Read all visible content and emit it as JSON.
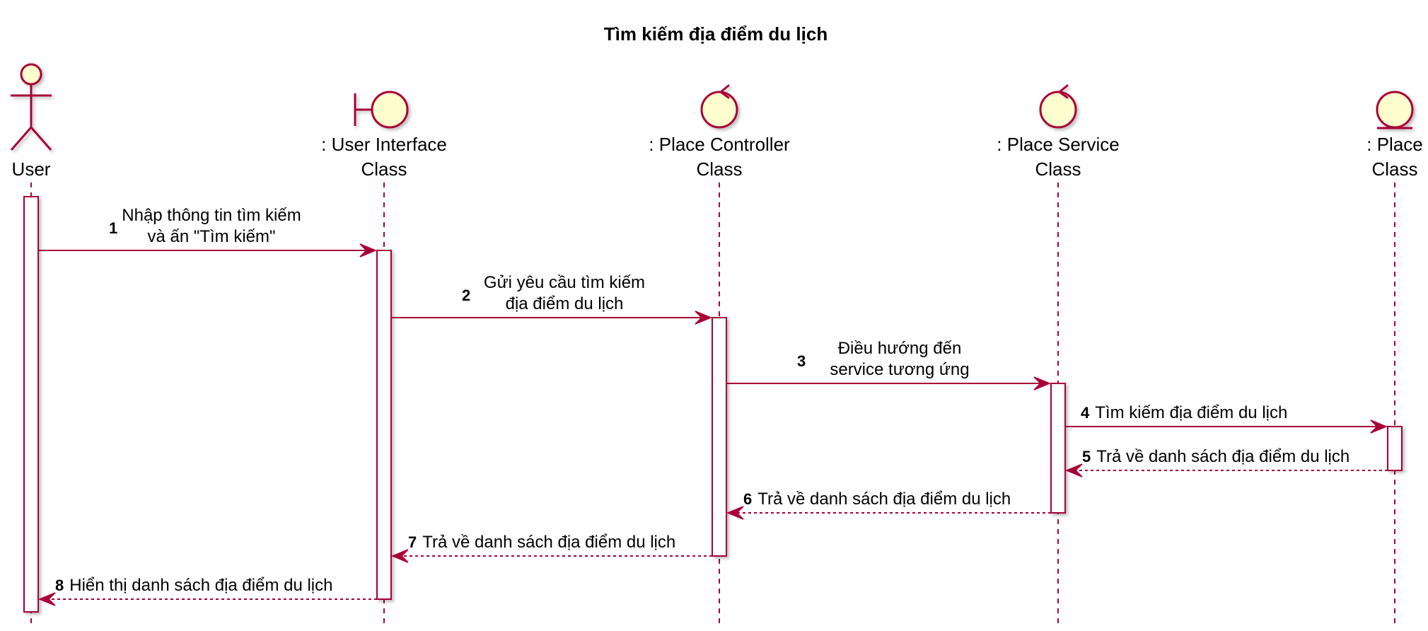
{
  "diagram": {
    "title": "Tìm kiếm địa điểm du lịch",
    "colors": {
      "line": "#A80036",
      "fill": "#FEFECE",
      "activation_fill": "#FFFFFF",
      "text": "#000000"
    },
    "participants": [
      {
        "id": "user",
        "kind": "actor",
        "icon": "actor-icon",
        "lines": [
          "User"
        ]
      },
      {
        "id": "ui",
        "kind": "boundary",
        "icon": "boundary-icon",
        "lines": [
          ": User Interface",
          "Class"
        ]
      },
      {
        "id": "controller",
        "kind": "control",
        "icon": "control-icon",
        "lines": [
          ": Place Controller",
          "Class"
        ]
      },
      {
        "id": "service",
        "kind": "control",
        "icon": "control-icon",
        "lines": [
          ": Place Service",
          "Class"
        ]
      },
      {
        "id": "place",
        "kind": "entity",
        "icon": "entity-icon",
        "lines": [
          ": Place",
          "Class"
        ]
      }
    ],
    "messages": [
      {
        "number": "1",
        "from": "user",
        "to": "ui",
        "dashed": false,
        "lines": [
          "Nhập thông tin tìm kiếm",
          "và ấn \"Tìm kiếm\""
        ]
      },
      {
        "number": "2",
        "from": "ui",
        "to": "controller",
        "dashed": false,
        "lines": [
          "Gửi yêu cầu tìm kiếm",
          "địa điểm du lịch"
        ]
      },
      {
        "number": "3",
        "from": "controller",
        "to": "service",
        "dashed": false,
        "lines": [
          "Điều hướng đến",
          "service tương ứng"
        ]
      },
      {
        "number": "4",
        "from": "service",
        "to": "place",
        "dashed": false,
        "lines": [
          "Tìm kiếm địa điểm du lịch"
        ]
      },
      {
        "number": "5",
        "from": "place",
        "to": "service",
        "dashed": true,
        "lines": [
          "Trả về danh sách địa điểm du lịch"
        ]
      },
      {
        "number": "6",
        "from": "service",
        "to": "controller",
        "dashed": true,
        "lines": [
          "Trả về danh sách địa điểm du lịch"
        ]
      },
      {
        "number": "7",
        "from": "controller",
        "to": "ui",
        "dashed": true,
        "lines": [
          "Trả về danh sách địa điểm du lịch"
        ]
      },
      {
        "number": "8",
        "from": "ui",
        "to": "user",
        "dashed": true,
        "lines": [
          "Hiển thị danh sách địa điểm du lịch"
        ]
      }
    ]
  }
}
